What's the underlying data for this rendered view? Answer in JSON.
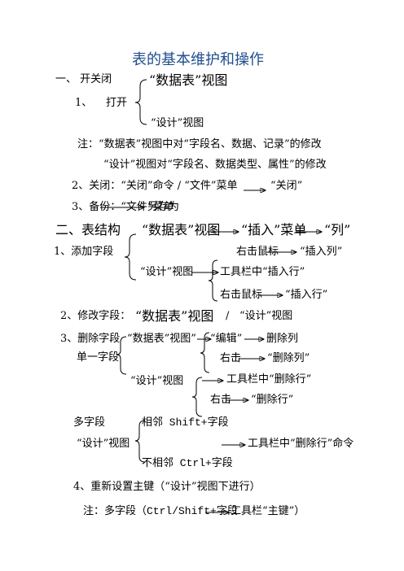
{
  "title": "表的基本维护和操作",
  "s1": {
    "heading": "一、 开关闭",
    "open_num": "1、",
    "open_label": "打开",
    "open_opt1": "“数据表”视图",
    "open_opt2": "“设计”视图",
    "note1": "注：“数据表”视图中对“字段名、数据、记录”的修改",
    "note2": "“设计”视图对“字段名、数据类型、属性”的修改",
    "close": "2、关闭：“关闭”命令  /  “文件”菜单",
    "close_target": "“关闭”",
    "backup": "3、备份：“文件”菜单",
    "backup_target": "另存为"
  },
  "s2": {
    "heading": "二、表结构",
    "datasheet_view": "“数据表”视图",
    "insert_menu": "“插入”菜单",
    "column": "“列”",
    "add_field": "1、添加字段",
    "right_click_1": "右击鼠标",
    "insert_column": "“插入列”",
    "design_view_1": "“设计”视图",
    "toolbar_insert_row": "工具栏中“插入行”",
    "right_click_2": "右击鼠标",
    "insert_row": "“插入行”",
    "modify_field": "2、修改字段：",
    "modify_datasheet": "“数据表”视图",
    "modify_sep": "/",
    "modify_design": "“设计”视图",
    "delete_field": "3、删除字段",
    "single_field": "单一字段",
    "del_datasheet": "“数据表”视图”",
    "edit_menu": "“编辑”",
    "delete_column": "删除列",
    "right_click_3": "右击",
    "delete_column_q": "“删除列”",
    "del_design": "“设计”视图",
    "toolbar_delete_row": "工具栏中“删除行”",
    "right_click_4": "右击",
    "delete_row": "“删除行”",
    "multi_field": "多字段",
    "multi_design": "“设计”视图",
    "adjacent": "相邻 Shift+字段",
    "nonadjacent": "不相邻 Ctrl+字段",
    "toolbar_delete_row_cmd": "工具栏中“删除行”命令",
    "reset_key": "4、重新设置主键（“设计”视图下进行）",
    "note_key": "注：多字段（Ctrl/Shift+字段",
    "toolbar_key": "工具栏“主键”）"
  }
}
